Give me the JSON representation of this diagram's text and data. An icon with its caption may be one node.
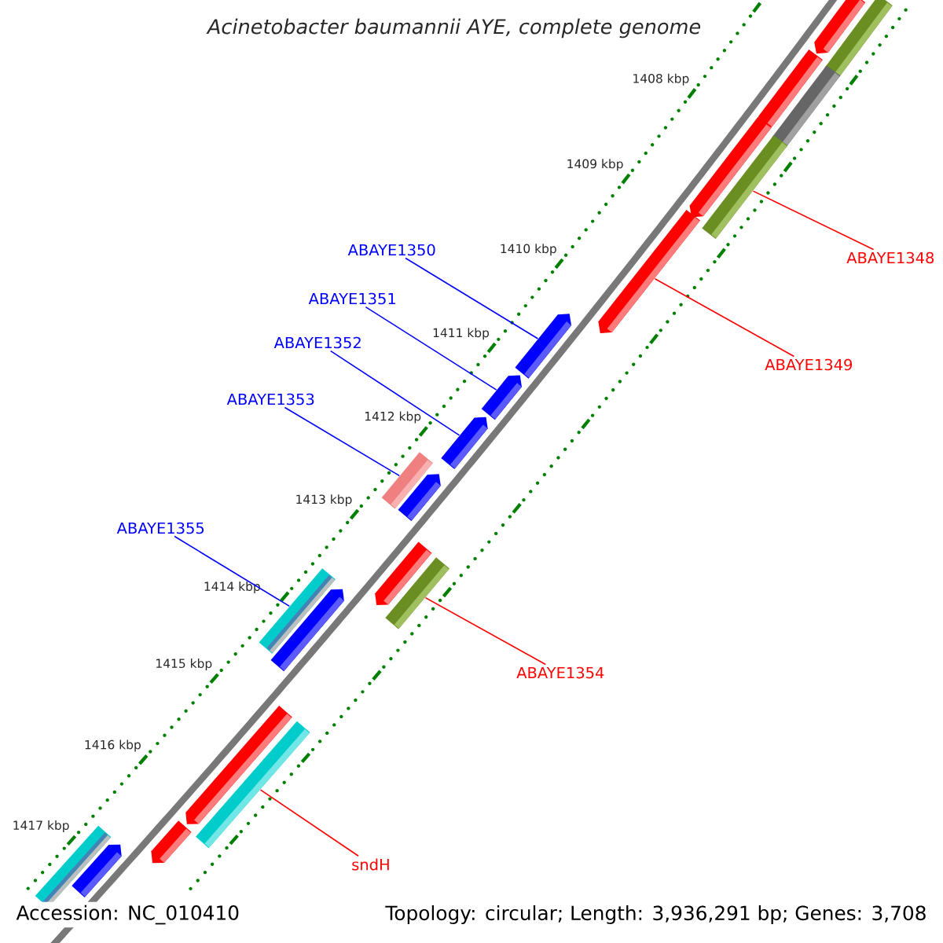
{
  "diagram": {
    "title": "Acinetobacter baumannii AYE, complete genome",
    "nodes": [
      {
        "text": [
          "ABAYE1350"
        ]
      },
      {
        "text": [
          "ABAYE1351"
        ]
      },
      {
        "text": [
          "ABAYE1352"
        ]
      },
      {
        "text": [
          "ABAYE1353"
        ]
      },
      {
        "text": [
          "ABAYE1355"
        ]
      },
      {
        "text": [
          "ABAYE1348"
        ]
      },
      {
        "text": [
          "ABAYE1349"
        ]
      },
      {
        "text": [
          "ABAYE1354"
        ]
      },
      {
        "text": [
          "sndH"
        ]
      },
      {
        "text": [],
        "shape": "pentagon"
      },
      {
        "text": [],
        "shape": "bar"
      },
      {
        "text": [],
        "shape": "pentagon"
      },
      {
        "text": [],
        "shape": "bar"
      },
      {
        "text": [],
        "shape": "pentagon"
      },
      {
        "text": [],
        "shape": "bar"
      },
      {
        "text": [],
        "shape": "pentagon"
      },
      {
        "text": [],
        "shape": "pentagon"
      },
      {
        "text": [],
        "shape": "pentagon"
      },
      {
        "text": [],
        "shape": "pentagon"
      },
      {
        "text": [],
        "shape": "bar"
      },
      {
        "text": [],
        "shape": "pentagon"
      },
      {
        "text": [],
        "shape": "pentagon"
      },
      {
        "text": [],
        "shape": "bar"
      },
      {
        "text": [],
        "shape": "bar"
      },
      {
        "text": [],
        "shape": "pentagon"
      },
      {
        "text": [],
        "shape": "pentagon"
      },
      {
        "text": [],
        "shape": "bar"
      },
      {
        "text": [],
        "shape": "pentagon"
      },
      {
        "text": [],
        "shape": "bar"
      },
      {
        "text": [],
        "shape": "pentagon"
      }
    ],
    "edges": [
      {
        "from": 0,
        "to": 16,
        "arrow": "none"
      },
      {
        "from": 1,
        "to": 17,
        "arrow": "none"
      },
      {
        "from": 2,
        "to": 18,
        "arrow": "none"
      },
      {
        "from": 3,
        "to": 19,
        "arrow": "none"
      },
      {
        "from": 4,
        "to": 23,
        "arrow": "none"
      },
      {
        "from": 5,
        "to": 14,
        "arrow": "none",
        "color": "#ff0000"
      },
      {
        "from": 6,
        "to": 15,
        "arrow": "none",
        "color": "#ff0000"
      },
      {
        "from": 7,
        "to": 22,
        "arrow": "none",
        "color": "#ff0000"
      },
      {
        "from": 8,
        "to": 26,
        "arrow": "none",
        "color": "#ff0000"
      }
    ],
    "labels": [
      "1408 kbp",
      "1409 kbp",
      "1410 kbp",
      "1411 kbp",
      "1412 kbp",
      "1413 kbp",
      "1414 kbp",
      "1415 kbp",
      "1416 kbp",
      "1417 kbp",
      "Accession: NC_010410",
      "Topology: circular; Length: 3,936,291 bp; Genes: 3,708"
    ]
  }
}
